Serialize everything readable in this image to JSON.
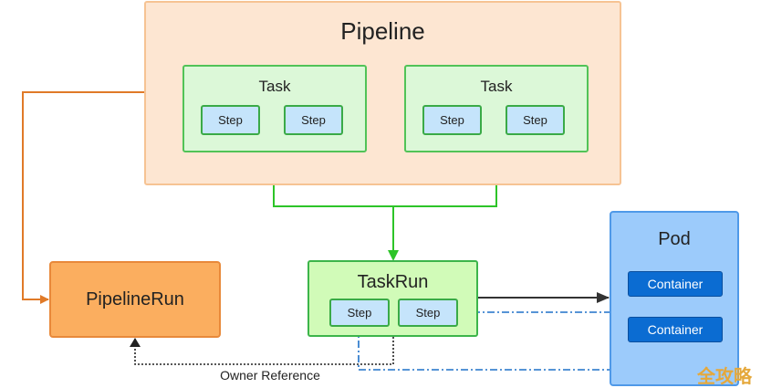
{
  "pipeline": {
    "title": "Pipeline",
    "tasks": [
      {
        "title": "Task",
        "steps": [
          "Step",
          "Step"
        ]
      },
      {
        "title": "Task",
        "steps": [
          "Step",
          "Step"
        ]
      }
    ]
  },
  "pipelinerun": {
    "title": "PipelineRun"
  },
  "taskrun": {
    "title": "TaskRun",
    "steps": [
      "Step",
      "Step"
    ]
  },
  "pod": {
    "title": "Pod",
    "containers": [
      "Container",
      "Container"
    ]
  },
  "owner_reference_label": "Owner Reference",
  "watermark": "全攻略",
  "colors": {
    "pipeline_fill": "#fde6d2",
    "task_fill": "#dcf8d8",
    "step_fill": "#c5e4fb",
    "pipelinerun_fill": "#fbae5f",
    "taskrun_fill": "#d1fbb8",
    "pod_fill": "#9ccbfb",
    "container_fill": "#0b6cd2",
    "orange_arrow": "#e07a28",
    "green_arrow": "#2dc428",
    "blue_dash": "#1e70c8"
  }
}
